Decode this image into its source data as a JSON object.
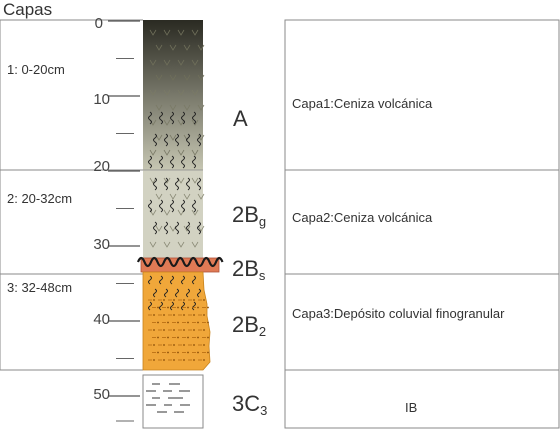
{
  "header": {
    "title": "Capas"
  },
  "depth_scale": {
    "labels": [
      "0",
      "10",
      "20",
      "30",
      "40",
      "50"
    ]
  },
  "layers_left": [
    {
      "label": "1: 0-20cm"
    },
    {
      "label": "2: 20-32cm"
    },
    {
      "label": "3: 32-48cm"
    }
  ],
  "horizons": [
    {
      "main": "A",
      "sub": ""
    },
    {
      "main": "2B",
      "sub": "g"
    },
    {
      "main": "2B",
      "sub": "s"
    },
    {
      "main": "2B",
      "sub": "2"
    },
    {
      "main": "3C",
      "sub": "3"
    }
  ],
  "descriptions": [
    {
      "text": "Capa1:Ceniza volcánica"
    },
    {
      "text": "Capa2:Ceniza volcánica"
    },
    {
      "text": "Capa3:Depósito coluvial finogranular"
    },
    {
      "text": "IB"
    }
  ],
  "colors": {
    "outline": "#8a8a8a",
    "scale": "#555555",
    "text": "#333333",
    "layer_a_top": "#2a2a22",
    "layer_a_bottom": "#c6c6b2",
    "layer_bg": "#d2d2c2",
    "layer_bs": "#e07a55",
    "layer_b2": "#f0a73a",
    "layer_c": "#ffffff"
  }
}
